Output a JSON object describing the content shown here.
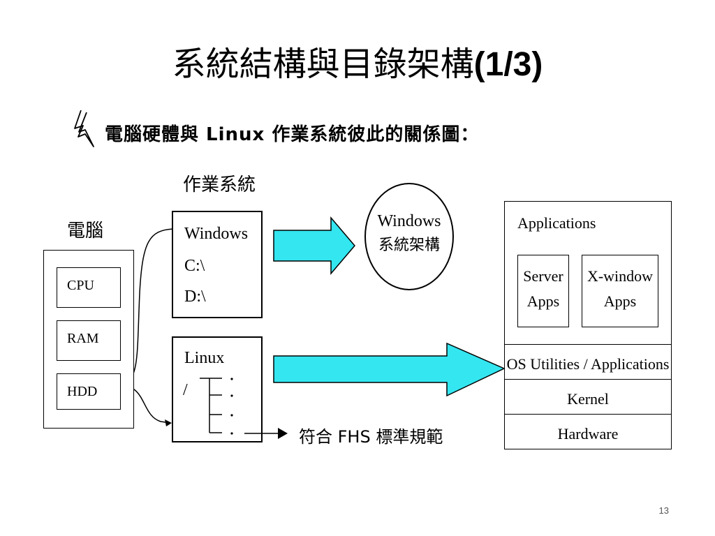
{
  "slide": {
    "title": "系統結構與目錄架構",
    "title_suffix": "(1/3)",
    "subtitle": "電腦硬體與 Linux 作業系統彼此的關係圖：",
    "page_number": "13"
  },
  "computer": {
    "label": "電腦",
    "items": [
      "CPU",
      "RAM",
      "HDD"
    ]
  },
  "os_section": {
    "label": "作業系統",
    "windows": {
      "name": "Windows",
      "drives": [
        "C:\\",
        "D:\\"
      ]
    },
    "linux": {
      "name": "Linux",
      "root": "/"
    }
  },
  "windows_arch": {
    "line1": "Windows",
    "line2": "系統架構"
  },
  "fhs_note": "符合 FHS 標準規範",
  "linux_stack": {
    "applications_label": "Applications",
    "server_apps": [
      "Server",
      "Apps"
    ],
    "xwindow_apps": [
      "X-window",
      "Apps"
    ],
    "os_utilities": "OS Utilities / Applications",
    "kernel": "Kernel",
    "hardware": "Hardware"
  },
  "colors": {
    "arrow_fill": "#33e6f0",
    "line": "#000000"
  }
}
